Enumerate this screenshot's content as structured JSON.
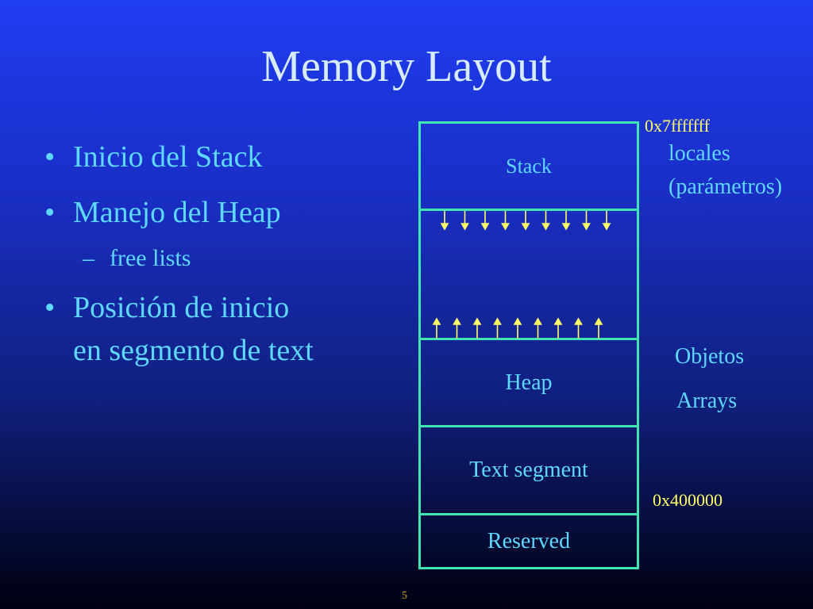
{
  "slide": {
    "title": "Memory Layout",
    "page_number": "5"
  },
  "bullets": [
    {
      "text": "Inicio del Stack"
    },
    {
      "text": "Manejo del Heap"
    },
    {
      "text": "Posición de inicio"
    },
    {
      "text": "en segmento de text"
    }
  ],
  "sub_bullets": [
    {
      "text": "free lists"
    }
  ],
  "diagram": {
    "segments": {
      "stack": "Stack",
      "heap": "Heap",
      "text_segment": "Text segment",
      "reserved": "Reserved"
    },
    "addresses": {
      "top": "0x7fffffff",
      "text_start": "0x400000"
    },
    "stack_notes": [
      "locales",
      "(parámetros)"
    ],
    "heap_notes": [
      "Objetos",
      "Arrays"
    ]
  },
  "colors": {
    "title": "#d8ecff",
    "bullet_text": "#5fd8ff",
    "segment_border": "#3fe6b2",
    "address_text": "#ffff66",
    "arrow": "#ffff66"
  }
}
